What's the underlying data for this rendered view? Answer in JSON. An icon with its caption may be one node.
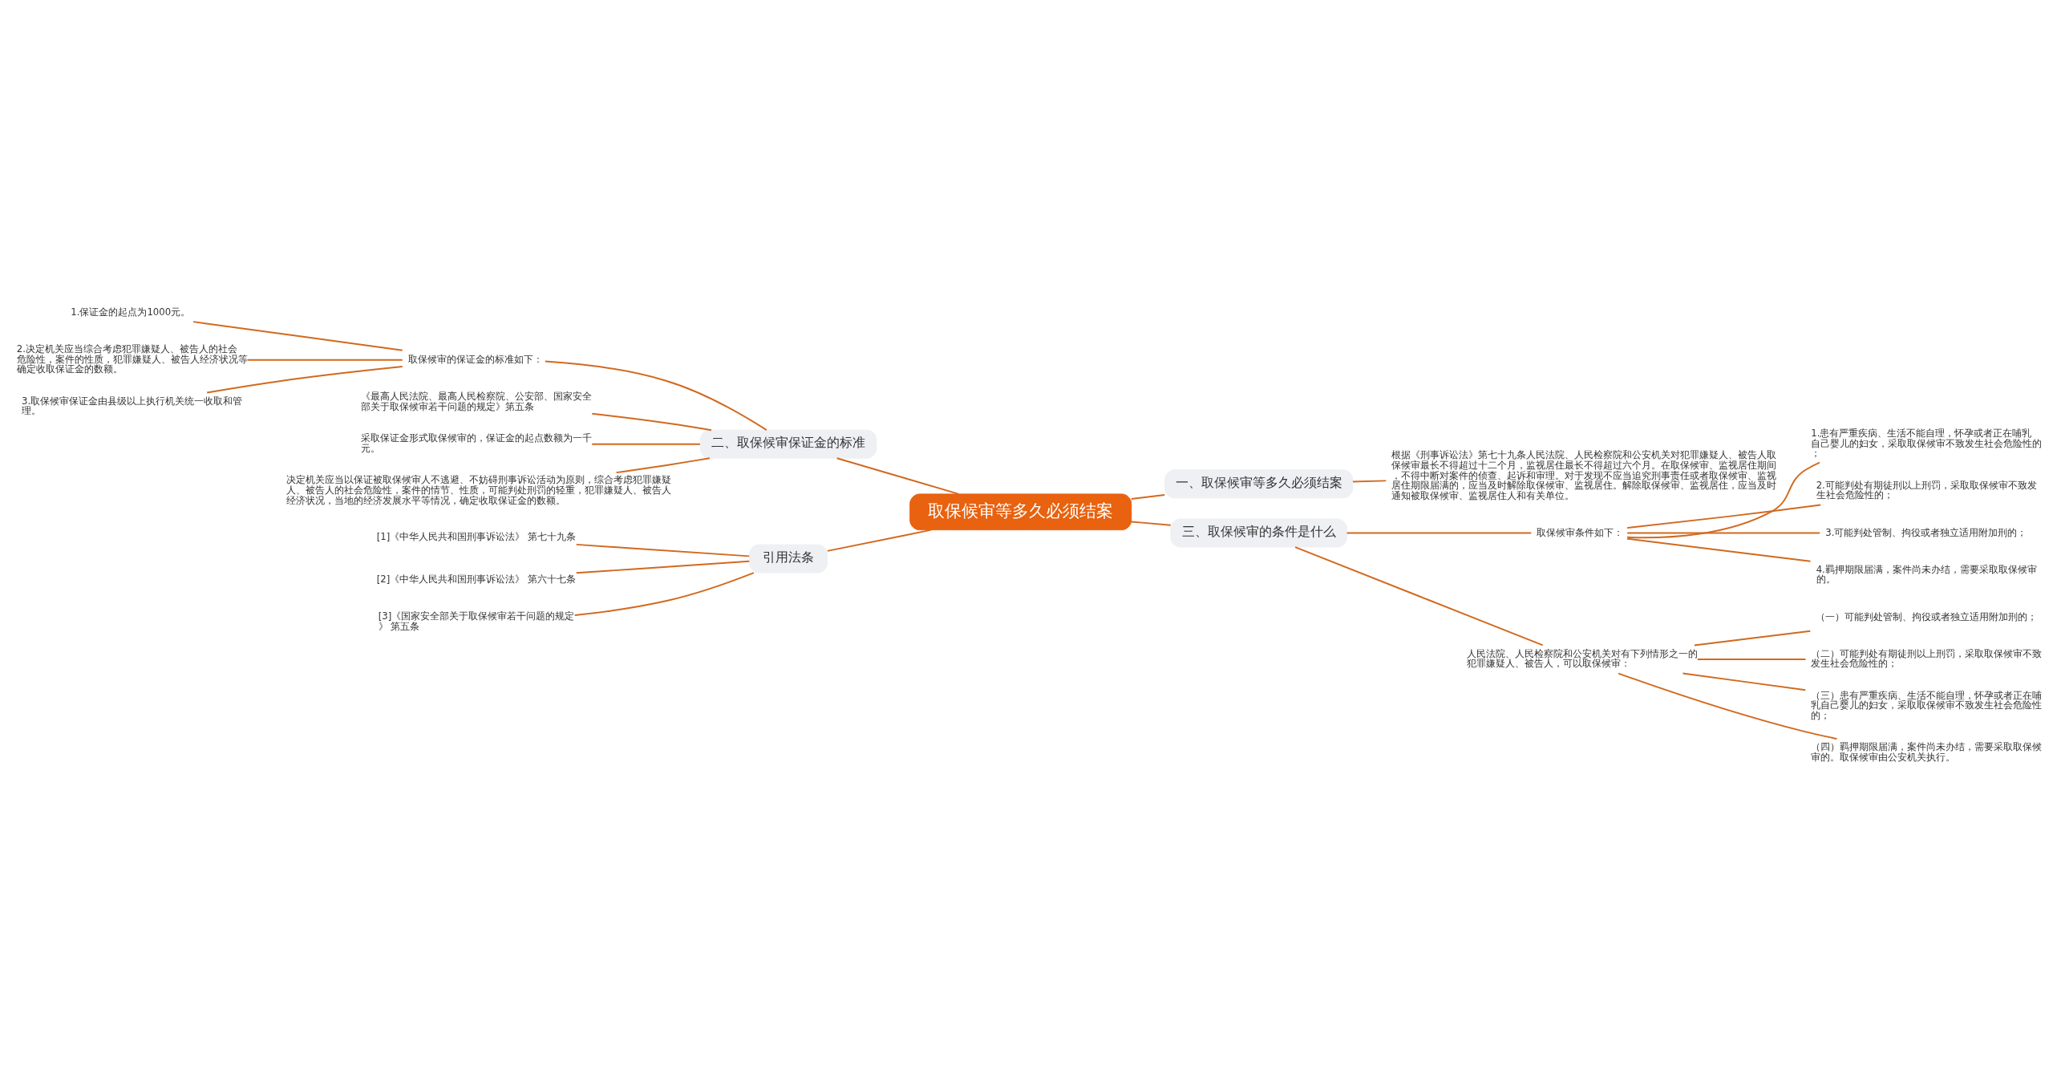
{
  "diagram": {
    "nodes": [
      {
        "text": [
          "取保候审等多久必须结案"
        ]
      },
      {
        "text": [
          "二、取保候审保证金的标准"
        ]
      },
      {
        "text": [
          "取保候审的保证金的标准如下："
        ]
      },
      {
        "text": [
          "1.保证金的起点为1000元。"
        ]
      },
      {
        "text": [
          "2.决定机关应当综合考虑犯罪嫌疑人、被告人的社会危险性，案件的性质，犯罪嫌疑人、被告人经济状况等确定收取保证金的数额。"
        ]
      },
      {
        "text": [
          "3.取保候审保证金由县级以上执行机关统一收取和管理。"
        ]
      },
      {
        "text": [
          "《最高人民法院、最高人民检察院、公安部、国家安全部关于取保候审若干问题的规定》第五条"
        ]
      },
      {
        "text": [
          "采取保证金形式取保候审的，保证金的起点数额为一千元。"
        ]
      },
      {
        "text": [
          "决定机关应当以保证被取保候审人不逃避、不妨碍刑事诉讼活动为原则，综合考虑犯罪嫌疑人、被告人的社会危险性，案件的情节、性质，可能判处刑罚的轻重，犯罪嫌疑人、被告人经济状况，当地的经济发展水平等情况，确定收取保证金的数额。"
        ]
      },
      {
        "text": [
          "引用法条"
        ]
      },
      {
        "text": [
          "[1]《中华人民共和国刑事诉讼法》 第七十九条"
        ]
      },
      {
        "text": [
          "[2]《中华人民共和国刑事诉讼法》 第六十七条"
        ]
      },
      {
        "text": [
          "[3]《国家安全部关于取保候审若干问题的规定》 第五条"
        ]
      },
      {
        "text": [
          "一、取保候审等多久必须结案"
        ]
      },
      {
        "text": [
          "根据《刑事诉讼法》第七十九条人民法院、人民检察院和公安机关对犯罪嫌疑人、被告人取保候审最长不得超过十二个月，监视居住最长不得超过六个月。在取保候审、监视居住期间，不得中断对案件的侦查、起诉和审理。对于发现不应当追究刑事责任或者取保候审、监视居住期限届满的，应当及时解除取保候审、监视居住。解除取保候审、监视居住，应当及时通知被取保候审、监视居住人和有关单位。"
        ]
      },
      {
        "text": [
          "三、取保候审的条件是什么"
        ]
      },
      {
        "text": [
          "取保候审条件如下："
        ]
      },
      {
        "text": [
          "1.患有严重疾病、生活不能自理，怀孕或者正在哺乳自己婴儿的妇女，采取取保候审不致发生社会危险性的；"
        ]
      },
      {
        "text": [
          "2.可能判处有期徒刑以上刑罚，采取取保候审不致发生社会危险性的；"
        ]
      },
      {
        "text": [
          "3.可能判处管制、拘役或者独立适用附加刑的；"
        ]
      },
      {
        "text": [
          "4.羁押期限届满，案件尚未办结，需要采取取保候审的。"
        ]
      },
      {
        "text": [
          "人民法院、人民检察院和公安机关对有下列情形之一的犯罪嫌疑人、被告人，可以取保候审："
        ]
      },
      {
        "text": [
          "（一）可能判处管制、拘役或者独立适用附加刑的；"
        ]
      },
      {
        "text": [
          "（二）可能判处有期徒刑以上刑罚，采取取保候审不致发生社会危险性的；"
        ]
      },
      {
        "text": [
          "（三）患有严重疾病、生活不能自理，怀孕或者正在哺乳自己婴儿的妇女，采取取保候审不致发生社会危险性的；"
        ]
      },
      {
        "text": [
          "（四）羁押期限届满，案件尚未办结，需要采取取保候审的。取保候审由公安机关执行。"
        ]
      }
    ],
    "edges": [
      {
        "from": 0,
        "to": 1,
        "arrow": "none"
      },
      {
        "from": 1,
        "to": 2,
        "arrow": "none"
      },
      {
        "from": 2,
        "to": 3,
        "arrow": "none"
      },
      {
        "from": 2,
        "to": 4,
        "arrow": "none"
      },
      {
        "from": 2,
        "to": 5,
        "arrow": "none"
      },
      {
        "from": 1,
        "to": 6,
        "arrow": "none"
      },
      {
        "from": 1,
        "to": 7,
        "arrow": "none"
      },
      {
        "from": 1,
        "to": 8,
        "arrow": "none"
      },
      {
        "from": 0,
        "to": 9,
        "arrow": "none"
      },
      {
        "from": 9,
        "to": 10,
        "arrow": "none"
      },
      {
        "from": 9,
        "to": 11,
        "arrow": "none"
      },
      {
        "from": 9,
        "to": 12,
        "arrow": "none"
      },
      {
        "from": 0,
        "to": 13,
        "arrow": "none"
      },
      {
        "from": 13,
        "to": 14,
        "arrow": "none"
      },
      {
        "from": 0,
        "to": 15,
        "arrow": "none"
      },
      {
        "from": 15,
        "to": 16,
        "arrow": "none"
      },
      {
        "from": 16,
        "to": 17,
        "arrow": "none"
      },
      {
        "from": 16,
        "to": 18,
        "arrow": "none"
      },
      {
        "from": 16,
        "to": 19,
        "arrow": "none"
      },
      {
        "from": 16,
        "to": 20,
        "arrow": "none"
      },
      {
        "from": 15,
        "to": 21,
        "arrow": "none"
      },
      {
        "from": 21,
        "to": 22,
        "arrow": "none"
      },
      {
        "from": 21,
        "to": 23,
        "arrow": "none"
      },
      {
        "from": 21,
        "to": 24,
        "arrow": "none"
      },
      {
        "from": 21,
        "to": 25,
        "arrow": "none"
      }
    ]
  }
}
